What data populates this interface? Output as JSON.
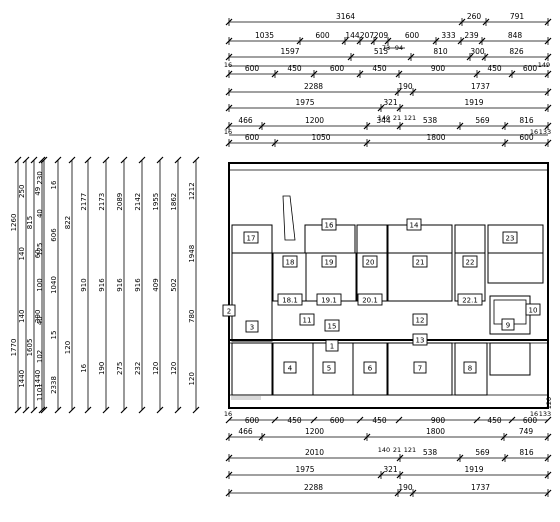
{
  "top_dimension_rows": [
    {
      "labels": [
        "3164",
        "260",
        "791"
      ]
    },
    {
      "labels": [
        "1035",
        "600",
        "144",
        "207",
        "209",
        "600",
        "333",
        "239",
        "848"
      ]
    },
    {
      "labels": [
        "73",
        "94"
      ]
    },
    {
      "labels": [
        "1597",
        "515",
        "810",
        "300",
        "826"
      ]
    },
    {
      "labels": [
        "16",
        "149"
      ]
    },
    {
      "labels": [
        "600",
        "450",
        "600",
        "450",
        "900",
        "450",
        "600"
      ]
    },
    {
      "labels": [
        "2288",
        "190",
        "1737"
      ]
    },
    {
      "labels": [
        "1975",
        "321",
        "1919"
      ]
    },
    {
      "labels": [
        "140",
        "21",
        "121"
      ]
    },
    {
      "labels": [
        "466",
        "1200",
        "344",
        "538",
        "569",
        "816"
      ]
    },
    {
      "labels": [
        "16",
        "16",
        "133"
      ]
    },
    {
      "labels": [
        "600",
        "1050",
        "1800",
        "600"
      ]
    }
  ],
  "bottom_dimension_rows": [
    {
      "labels": [
        "16",
        "600",
        "450",
        "600",
        "450",
        "900",
        "450",
        "600",
        "16",
        "133",
        "120"
      ]
    },
    {
      "labels": [
        "466",
        "1200",
        "1800",
        "749"
      ]
    },
    {
      "labels": [
        "140",
        "21",
        "121"
      ]
    },
    {
      "labels": [
        "2010",
        "538",
        "569",
        "816"
      ]
    },
    {
      "labels": [
        "1975",
        "321",
        "1919"
      ]
    },
    {
      "labels": [
        "2288",
        "190",
        "1737"
      ]
    }
  ],
  "left_dimension_columns": [
    {
      "labels": [
        "1260",
        "1770"
      ]
    },
    {
      "labels": [
        "815",
        "1605"
      ]
    },
    {
      "labels": [
        "250",
        "140",
        "140",
        "1440"
      ]
    },
    {
      "labels": [
        "49",
        "60",
        "390",
        "1440"
      ]
    },
    {
      "labels": [
        "230",
        "40",
        "125",
        "100",
        "40",
        "102",
        "1101"
      ]
    },
    {
      "labels": [
        "16",
        "606",
        "1040",
        "15",
        "2338"
      ]
    },
    {
      "labels": [
        "822",
        "120"
      ]
    },
    {
      "labels": [
        "2177",
        "910",
        "16"
      ]
    },
    {
      "labels": [
        "2173",
        "916",
        "190"
      ]
    },
    {
      "labels": [
        "2089",
        "916",
        "275"
      ]
    },
    {
      "labels": [
        "2142",
        "916",
        "232"
      ]
    },
    {
      "labels": [
        "1955",
        "409",
        "120"
      ]
    },
    {
      "labels": [
        "1862",
        "502",
        "120"
      ]
    },
    {
      "labels": [
        "1212",
        "1948",
        "780",
        "120"
      ]
    }
  ],
  "cabinet_labels": [
    "17",
    "16",
    "14",
    "23",
    "18",
    "19",
    "20",
    "21",
    "22",
    "18.1",
    "19.1",
    "20.1",
    "22.1",
    "11",
    "15",
    "12",
    "9",
    "10",
    "2",
    "3",
    "13",
    "1",
    "4",
    "5",
    "6",
    "7",
    "8"
  ]
}
